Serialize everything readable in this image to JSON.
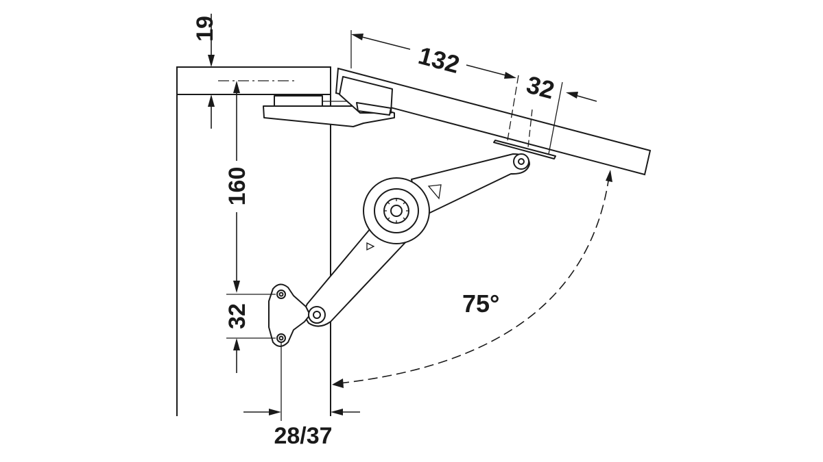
{
  "dimensions": {
    "top_thickness": "19",
    "vertical_offset": "160",
    "bracket_hole_spacing": "32",
    "lid_distance": "132",
    "lid_hole_spacing": "32",
    "side_offset": "28/37"
  },
  "opening_angle": "75°",
  "colors": {
    "line": "#1a1a1a",
    "background": "#ffffff"
  }
}
